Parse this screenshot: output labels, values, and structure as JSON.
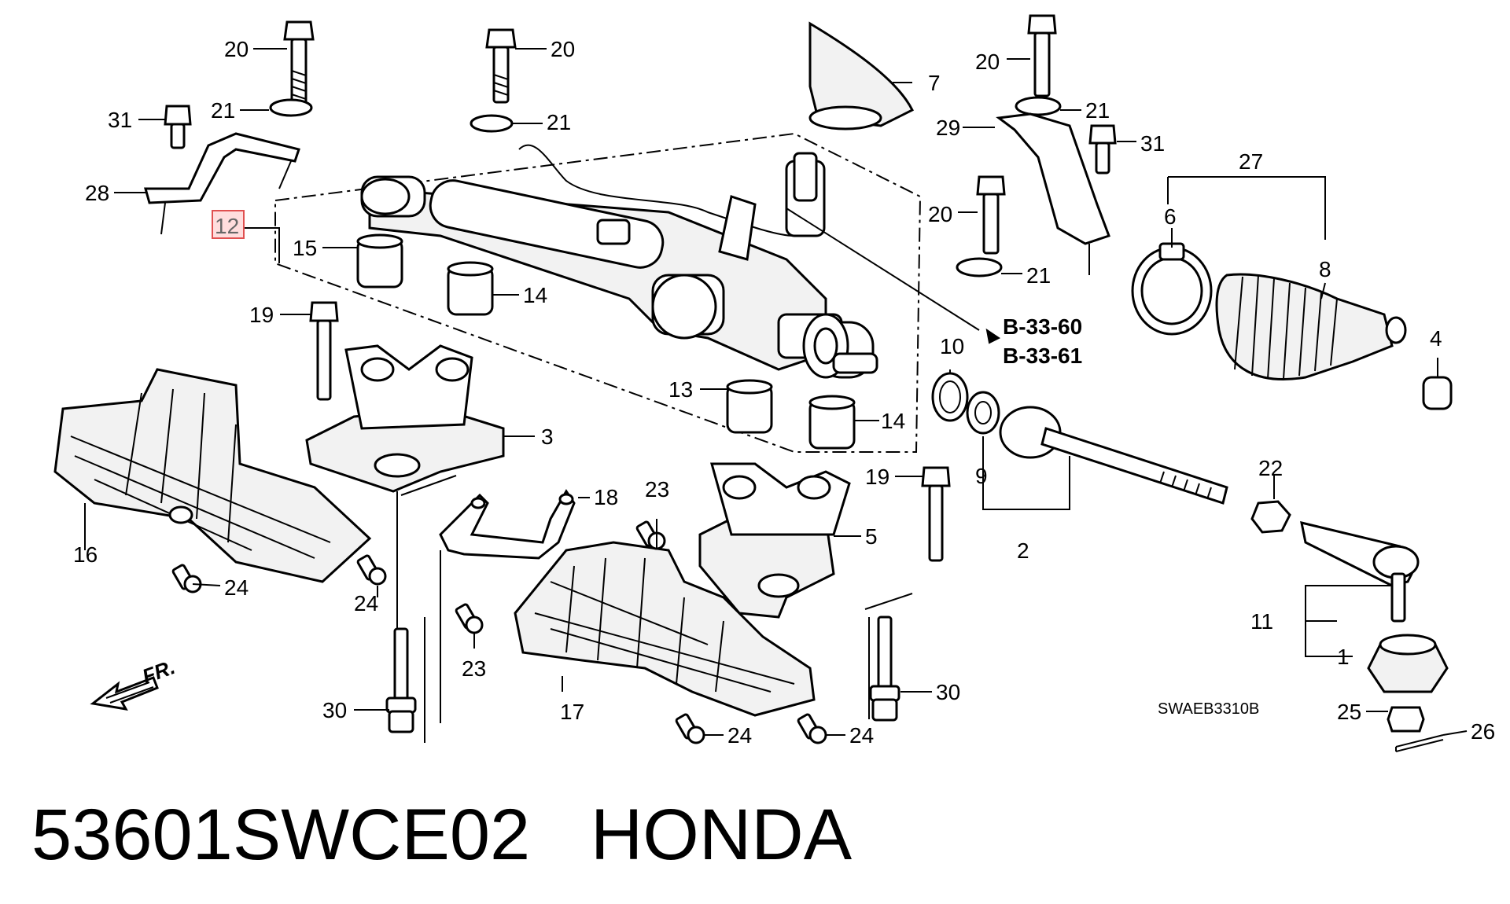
{
  "diagram": {
    "callouts": [
      {
        "id": "c20a",
        "label": "20"
      },
      {
        "id": "c20b",
        "label": "20"
      },
      {
        "id": "c20c",
        "label": "20"
      },
      {
        "id": "c20d",
        "label": "20"
      },
      {
        "id": "c21a",
        "label": "21"
      },
      {
        "id": "c21b",
        "label": "21"
      },
      {
        "id": "c21c",
        "label": "21"
      },
      {
        "id": "c21d",
        "label": "21"
      },
      {
        "id": "c31a",
        "label": "31"
      },
      {
        "id": "c31b",
        "label": "31"
      },
      {
        "id": "c28",
        "label": "28"
      },
      {
        "id": "c12",
        "label": "12"
      },
      {
        "id": "c15",
        "label": "15"
      },
      {
        "id": "c14a",
        "label": "14"
      },
      {
        "id": "c14b",
        "label": "14"
      },
      {
        "id": "c13",
        "label": "13"
      },
      {
        "id": "c19a",
        "label": "19"
      },
      {
        "id": "c19b",
        "label": "19"
      },
      {
        "id": "c3",
        "label": "3"
      },
      {
        "id": "c5",
        "label": "5"
      },
      {
        "id": "c16",
        "label": "16"
      },
      {
        "id": "c17",
        "label": "17"
      },
      {
        "id": "c18",
        "label": "18"
      },
      {
        "id": "c23a",
        "label": "23"
      },
      {
        "id": "c23b",
        "label": "23"
      },
      {
        "id": "c24a",
        "label": "24"
      },
      {
        "id": "c24b",
        "label": "24"
      },
      {
        "id": "c24c",
        "label": "24"
      },
      {
        "id": "c24d",
        "label": "24"
      },
      {
        "id": "c30a",
        "label": "30"
      },
      {
        "id": "c30b",
        "label": "30"
      },
      {
        "id": "c7",
        "label": "7"
      },
      {
        "id": "c29",
        "label": "29"
      },
      {
        "id": "c27",
        "label": "27"
      },
      {
        "id": "c6",
        "label": "6"
      },
      {
        "id": "c8",
        "label": "8"
      },
      {
        "id": "c4",
        "label": "4"
      },
      {
        "id": "c10",
        "label": "10"
      },
      {
        "id": "c9",
        "label": "9"
      },
      {
        "id": "c2",
        "label": "2"
      },
      {
        "id": "c22",
        "label": "22"
      },
      {
        "id": "c11",
        "label": "11"
      },
      {
        "id": "c1",
        "label": "1"
      },
      {
        "id": "c25",
        "label": "25"
      },
      {
        "id": "c26",
        "label": "26"
      }
    ],
    "references": [
      "B-33-60",
      "B-33-61"
    ],
    "diagram_code": "SWAEB3310B",
    "direction_label": "FR.",
    "highlight_color": "#e05050"
  },
  "caption": {
    "part_number": "53601SWCE02",
    "brand": "HONDA"
  }
}
